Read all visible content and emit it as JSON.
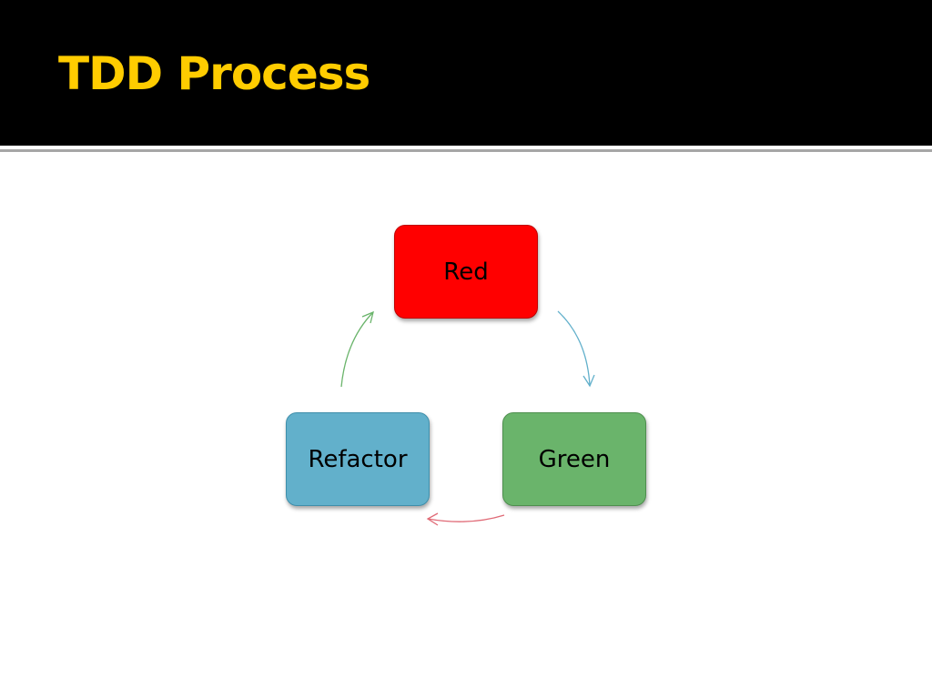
{
  "slide": {
    "title": "TDD Process",
    "title_color": "#ffcc00",
    "header_background": "#000000"
  },
  "cycle": {
    "nodes": [
      {
        "id": "red",
        "label": "Red",
        "color": "#ff0000"
      },
      {
        "id": "green",
        "label": "Green",
        "color": "#6ab46b"
      },
      {
        "id": "refactor",
        "label": "Refactor",
        "color": "#62b0cb"
      }
    ],
    "arrows": [
      {
        "from": "Red",
        "to": "Green",
        "color": "#62b0cb"
      },
      {
        "from": "Green",
        "to": "Refactor",
        "color": "#e06a76"
      },
      {
        "from": "Refactor",
        "to": "Red",
        "color": "#6ab46b"
      }
    ]
  }
}
